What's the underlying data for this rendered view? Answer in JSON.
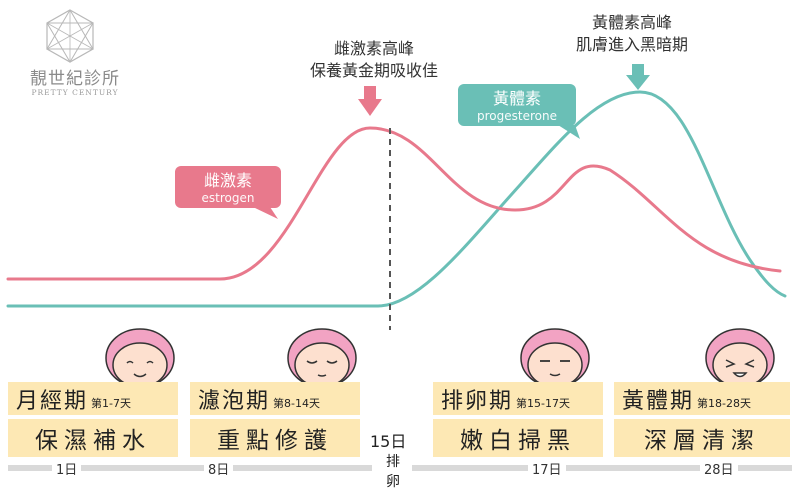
{
  "brand": {
    "name": "靚世紀診所",
    "subtitle": "PRETTY CENTURY"
  },
  "colors": {
    "estrogen": "#e8798c",
    "progesterone": "#6abfb6",
    "phase_box": "#fde8b4",
    "face_hair": "#f2a3c3",
    "face_skin": "#fde0cf"
  },
  "callouts": {
    "estrogen_peak": {
      "line1": "雌激素高峰",
      "line2": "保養黃金期吸收佳"
    },
    "progesterone_peak": {
      "line1": "黃體素高峰",
      "line2": "肌膚進入黑暗期"
    }
  },
  "legend": {
    "estrogen": {
      "zh": "雌激素",
      "en": "estrogen"
    },
    "progesterone": {
      "zh": "黃體素",
      "en": "progesterone"
    }
  },
  "ovulation_marker": {
    "day_label": "15日",
    "label_chars": [
      "排",
      "卵"
    ]
  },
  "phases": [
    {
      "name": "月經期",
      "days": "第1-7天",
      "care": "保濕補水"
    },
    {
      "name": "濾泡期",
      "days": "第8-14天",
      "care": "重點修護"
    },
    {
      "name": "排卵期",
      "days": "第15-17天",
      "care": "嫩白掃黑"
    },
    {
      "name": "黃體期",
      "days": "第18-28天",
      "care": "深層清潔"
    }
  ],
  "timeline": {
    "labels": [
      "1日",
      "8日",
      "17日",
      "28日"
    ]
  },
  "faces": {
    "icons": [
      "smiling-face-icon",
      "sleepy-face-icon",
      "calm-face-icon",
      "laughing-face-icon"
    ]
  }
}
